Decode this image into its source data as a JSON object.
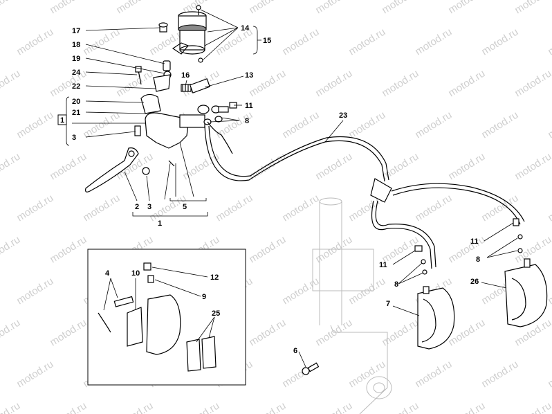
{
  "watermark": "motod.ru",
  "box_label": "1",
  "callouts": {
    "c17": "17",
    "c14": "14",
    "c15": "15",
    "c18": "18",
    "c19": "19",
    "c24": "24",
    "c16": "16",
    "c13": "13",
    "c22": "22",
    "c20": "20",
    "c21": "21",
    "c11a": "11",
    "c8a": "8",
    "c3a": "3",
    "c23": "23",
    "c2": "2",
    "c3b": "3",
    "c5a": "5",
    "c1": "1",
    "c11b": "11",
    "c8b": "8",
    "c11c": "11",
    "c8c": "8",
    "c26": "26",
    "c7": "7",
    "c6": "6",
    "c4": "4",
    "c10": "10",
    "c12": "12",
    "c9": "9",
    "c25": "25"
  }
}
